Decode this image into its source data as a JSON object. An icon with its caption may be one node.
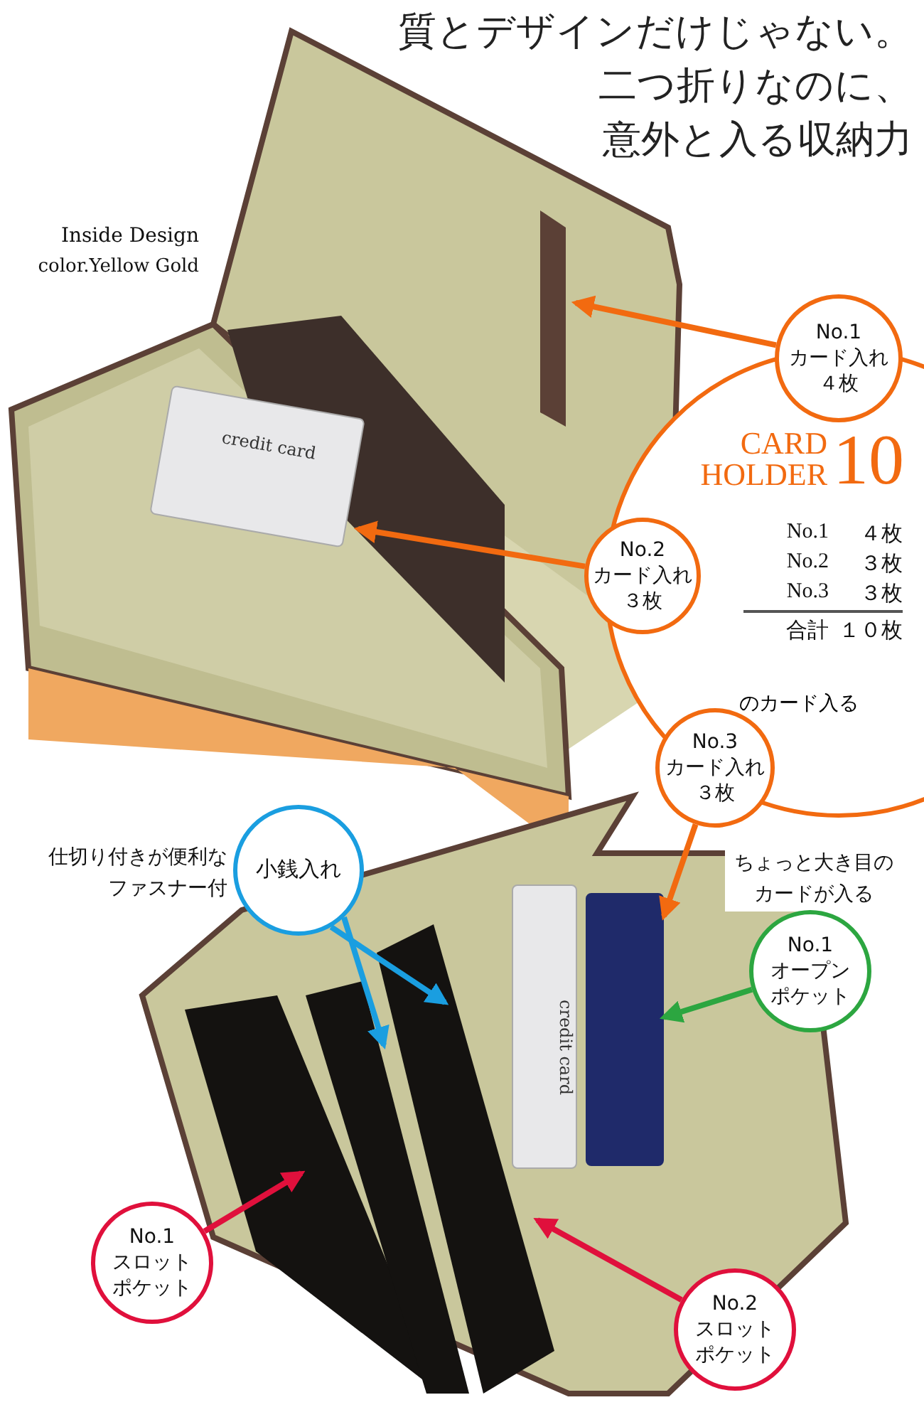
{
  "diagram": {
    "title": "質とデザインだけじゃない。二つ折りなのに、意外と入る収納力",
    "nodes": [
      {
        "text": [
          "CARD HOLDER",
          "10",
          "No.1",
          "４枚",
          "No.2",
          "３枚",
          "No.3",
          "３枚",
          "合計",
          "１０枚",
          "のカード入る"
        ]
      },
      {
        "text": [
          "No.1",
          "カード入れ",
          "４枚"
        ]
      },
      {
        "text": [
          "No.2",
          "カード入れ",
          "３枚"
        ]
      },
      {
        "text": [
          "No.3",
          "カード入れ",
          "３枚"
        ]
      },
      {
        "text": [
          "小銭入れ"
        ],
        "beside": [
          "仕切り付きが便利なファスナー付"
        ]
      },
      {
        "text": [
          "No.1",
          "オープン",
          "ポケット"
        ],
        "beside": [
          "ちょっと大き目のカードが入る"
        ]
      },
      {
        "text": [
          "No.1",
          "スロット",
          "ポケット"
        ]
      },
      {
        "text": [
          "No.2",
          "スロット",
          "ポケット"
        ]
      },
      {
        "text": [
          "credit card"
        ]
      },
      {
        "text": [],
        "shape": "box"
      },
      {
        "text": [
          "credit card"
        ]
      }
    ],
    "edges": [
      {
        "from": 1,
        "to": null,
        "arrow": "to"
      },
      {
        "from": 2,
        "to": 8,
        "arrow": "to"
      },
      {
        "from": 3,
        "to": 9,
        "arrow": "to"
      },
      {
        "from": 4,
        "to": null,
        "arrow": "to",
        "color": "#1a9ee0"
      },
      {
        "from": 4,
        "to": null,
        "arrow": "to",
        "color": "#1a9ee0"
      },
      {
        "from": 5,
        "to": 9,
        "arrow": "to",
        "color": "#2ca640"
      },
      {
        "from": 6,
        "to": null,
        "arrow": "to",
        "color": "#e0103c"
      },
      {
        "from": 7,
        "to": null,
        "arrow": "to",
        "color": "#e0103c"
      }
    ],
    "labels": [
      "Inside Design",
      "color.Yellow Gold"
    ]
  }
}
